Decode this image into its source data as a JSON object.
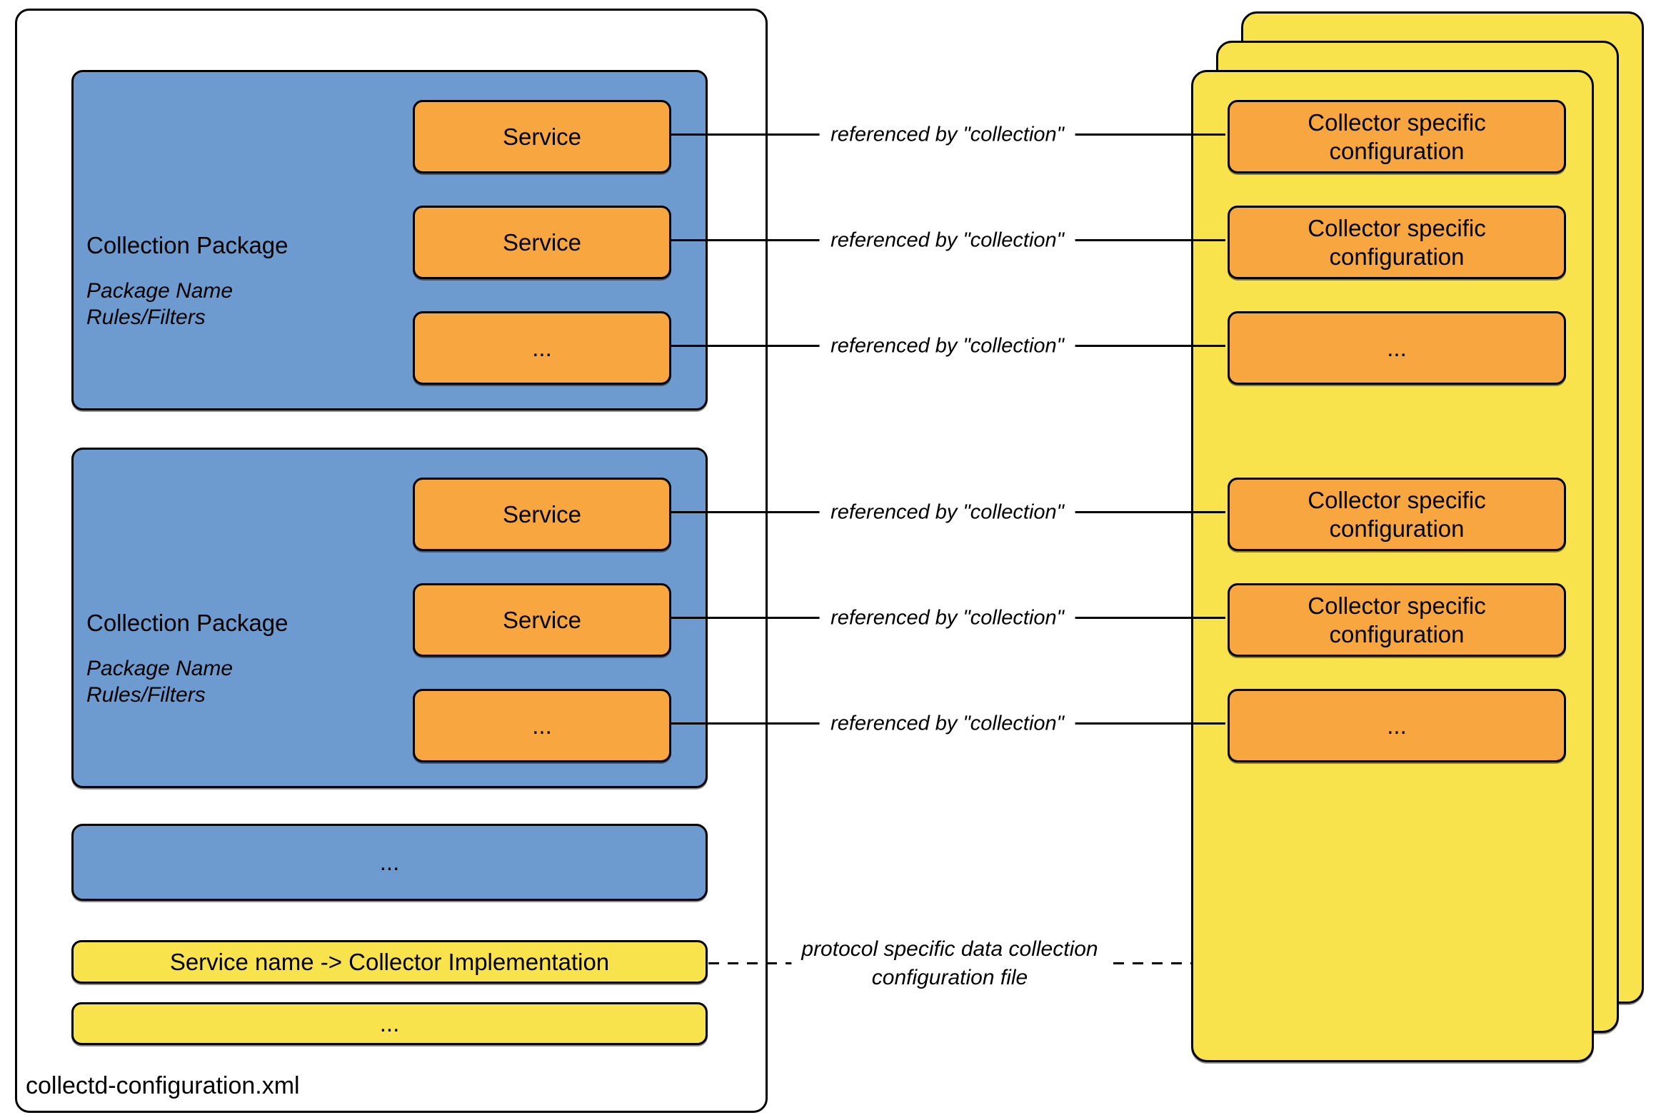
{
  "colors": {
    "package_blue": "#6E9BCF",
    "service_orange": "#F8A740",
    "page_yellow": "#F9E34C",
    "line_black": "#000000"
  },
  "left": {
    "file_label": "collectd-configuration.xml",
    "packages": [
      {
        "title": "Collection Package",
        "meta": [
          "Package Name",
          "Rules/Filters"
        ],
        "services": [
          "Service",
          "Service",
          "..."
        ]
      },
      {
        "title": "Collection Package",
        "meta": [
          "Package Name",
          "Rules/Filters"
        ],
        "services": [
          "Service",
          "Service",
          "..."
        ]
      }
    ],
    "more_packages": "...",
    "mapping_label": "Service name -> Collector Implementation",
    "more_mappings": "..."
  },
  "right": {
    "collector_boxes": [
      "Collector specific configuration",
      "Collector specific configuration",
      "...",
      "Collector specific configuration",
      "Collector specific configuration",
      "..."
    ]
  },
  "connections": {
    "reference_label": "referenced by \"collection\"",
    "protocol_label": [
      "protocol specific data collection",
      "configuration file"
    ]
  }
}
